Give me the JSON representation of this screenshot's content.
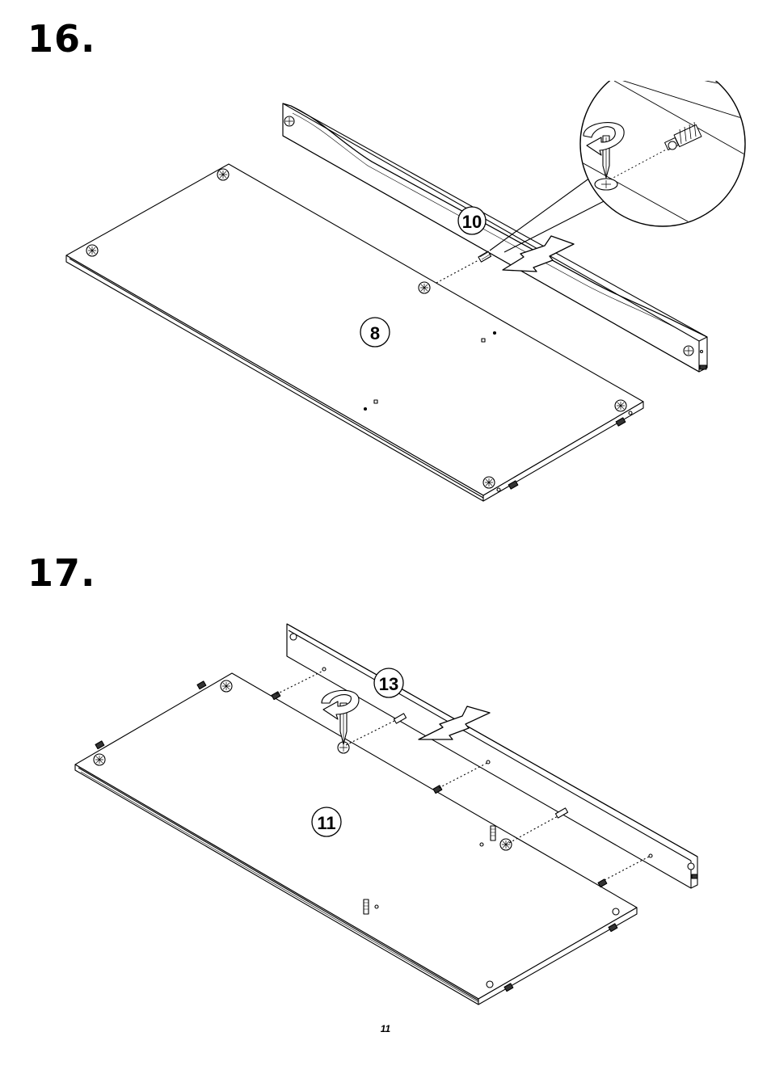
{
  "steps": [
    {
      "number": "16.",
      "parts": {
        "panel": "8",
        "rail": "10"
      },
      "callout": "detail-zoom-screw-cam"
    },
    {
      "number": "17.",
      "parts": {
        "panel": "11",
        "rail": "13"
      }
    }
  ],
  "page_number": "11",
  "colors": {
    "ink": "#000000",
    "paper": "#ffffff"
  }
}
